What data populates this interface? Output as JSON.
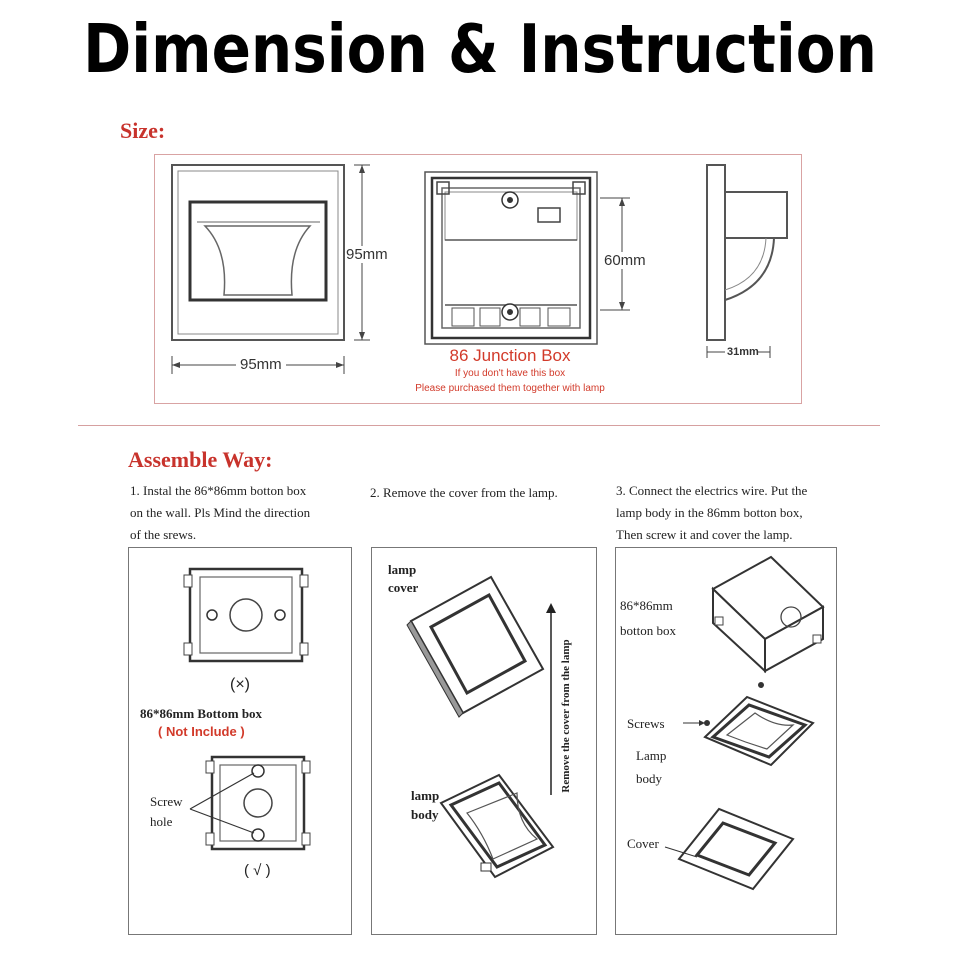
{
  "title": "Dimension & Instruction",
  "size": {
    "heading": "Size:",
    "width_dim": "95mm",
    "height_dim": "95mm",
    "box_dim": "60mm",
    "depth_dim": "31mm",
    "junction_title": "86 Junction Box",
    "junction_note1": "If you don't have this box",
    "junction_note2": "Please purchased them together with lamp"
  },
  "assemble": {
    "heading": "Assemble Way:",
    "step1": [
      "1. Instal the 86*86mm botton box",
      "on the wall. Pls Mind the direction",
      "of the srews."
    ],
    "step2": [
      "2. Remove the cover from the lamp."
    ],
    "step3": [
      "3. Connect the electrics wire. Put the",
      "lamp body in the 86mm botton box,",
      "Then screw it and cover the lamp."
    ],
    "panel1": {
      "wrong_mark": "(×)",
      "bottom_box": "86*86mm Bottom box",
      "not_include": "( Not Include )",
      "screw": "Screw",
      "hole": "hole",
      "right_mark": "( √ )"
    },
    "panel2": {
      "lamp": "lamp",
      "cover": "cover",
      "arrow_text": "Remove the cover from the lamp",
      "lamp2": "lamp",
      "body": "body"
    },
    "panel3": {
      "box1": "86*86mm",
      "box2": "botton box",
      "screws": "Screws",
      "lamp": "Lamp",
      "body": "body",
      "cover": "Cover"
    }
  },
  "colors": {
    "accent": "#c8332c",
    "line": "#555555"
  }
}
